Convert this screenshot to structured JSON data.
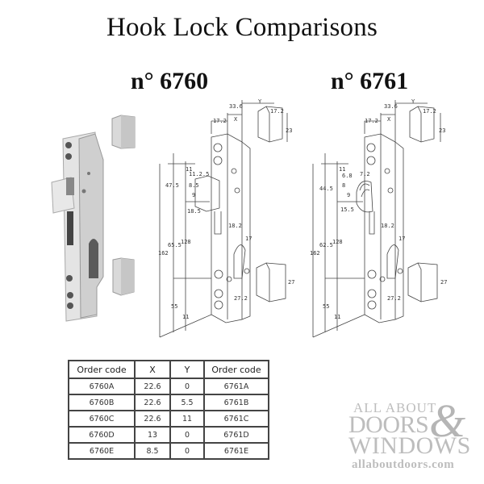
{
  "header": {
    "title": "Hook Lock Comparisons"
  },
  "models": [
    {
      "label": "n° 6760"
    },
    {
      "label": "n° 6761"
    }
  ],
  "drawings": {
    "model_6760": {
      "dims": [
        "33.6",
        "Y",
        "17.2",
        "X",
        "17.2",
        "23",
        "11",
        "47.5",
        "11.2.5",
        "8.5",
        "9",
        "18.5",
        "18.2",
        "17",
        "162",
        "65.5",
        "128",
        "55",
        "11",
        "27.2",
        "27"
      ]
    },
    "model_6761": {
      "dims": [
        "33.6",
        "Y",
        "17.2",
        "X",
        "17.2",
        "23",
        "11",
        "44.5",
        "6.8",
        "7.2",
        "8",
        "9",
        "15.5",
        "18.2",
        "17",
        "162",
        "62.5",
        "128",
        "55",
        "11",
        "27.2",
        "27"
      ]
    }
  },
  "order_table": {
    "headers": [
      "Order code",
      "X",
      "Y",
      "Order code"
    ],
    "rows": [
      [
        "6760A",
        "22.6",
        "0",
        "6761A"
      ],
      [
        "6760B",
        "22.6",
        "5.5",
        "6761B"
      ],
      [
        "6760C",
        "22.6",
        "11",
        "6761C"
      ],
      [
        "6760D",
        "13",
        "0",
        "6761D"
      ],
      [
        "6760E",
        "8.5",
        "0",
        "6761E"
      ]
    ]
  },
  "logo": {
    "line1": "ALL ABOUT",
    "line2": "DOORS",
    "ampersand": "&",
    "line3": "WINDOWS",
    "url": "allaboutdoors.com",
    "color": "#bdbdbd"
  }
}
